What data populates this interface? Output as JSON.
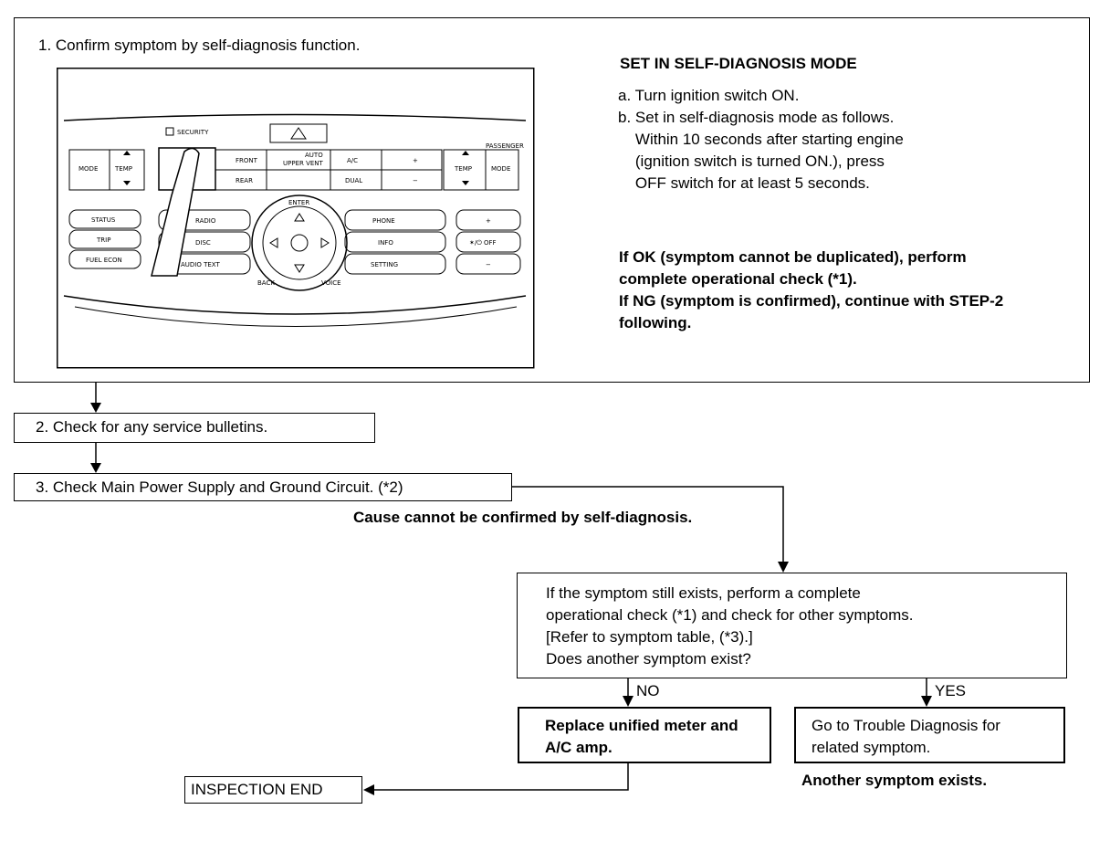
{
  "step1": {
    "title": "1. Confirm symptom by self-diagnosis function.",
    "heading": "SET IN SELF-DIAGNOSIS MODE",
    "instructions": [
      "a. Turn ignition switch ON.",
      "b. Set in self-diagnosis mode as follows.",
      "    Within 10 seconds after starting engine",
      "    (ignition switch is turned ON.), press",
      "    OFF switch for at least 5 seconds."
    ],
    "result_lines": [
      "If OK (symptom cannot be duplicated), perform",
      "complete operational check (*1).",
      "If NG (symptom is confirmed), continue with STEP-2",
      "following."
    ]
  },
  "control_panel": {
    "labels": {
      "security": "SECURITY",
      "passenger": "PASSENGER",
      "mode_left": "MODE",
      "temp_left": "TEMP",
      "front": "FRONT",
      "rear": "REAR",
      "auto": "AUTO",
      "upper_vent": "UPPER VENT",
      "ac": "A/C",
      "dual": "DUAL",
      "fan_plus": "+",
      "fan_minus": "−",
      "temp_right": "TEMP",
      "mode_right": "MODE",
      "status": "STATUS",
      "trip": "TRIP",
      "fuel_econ": "FUEL ECON",
      "radio": "RADIO",
      "disc": "DISC",
      "audio_text": "AUDIO TEXT",
      "phone": "PHONE",
      "info": "INFO",
      "setting": "SETTING",
      "enter": "ENTER",
      "back": "BACK",
      "voice": "VOICE",
      "vol_plus": "+",
      "vol_off": "✶/⏻ OFF",
      "vol_minus": "−"
    }
  },
  "step2": {
    "label": "2. Check for any service bulletins."
  },
  "step3": {
    "label": "3. Check Main Power Supply and Ground Circuit. (*2)"
  },
  "cause_note": "Cause cannot be confirmed by self-diagnosis.",
  "question": {
    "lines": [
      "If the symptom still exists, perform a complete",
      "operational check (*1) and check for other symptoms.",
      "[Refer to symptom table, (*3).]",
      "Does another symptom exist?"
    ]
  },
  "branch": {
    "no": "NO",
    "yes": "YES"
  },
  "replace_box": {
    "lines": [
      "Replace unified meter and",
      "A/C amp."
    ]
  },
  "trouble_box": {
    "lines": [
      "Go to Trouble Diagnosis for",
      "related symptom."
    ]
  },
  "another_note": "Another symptom exists.",
  "end_box": {
    "label": "INSPECTION END"
  }
}
